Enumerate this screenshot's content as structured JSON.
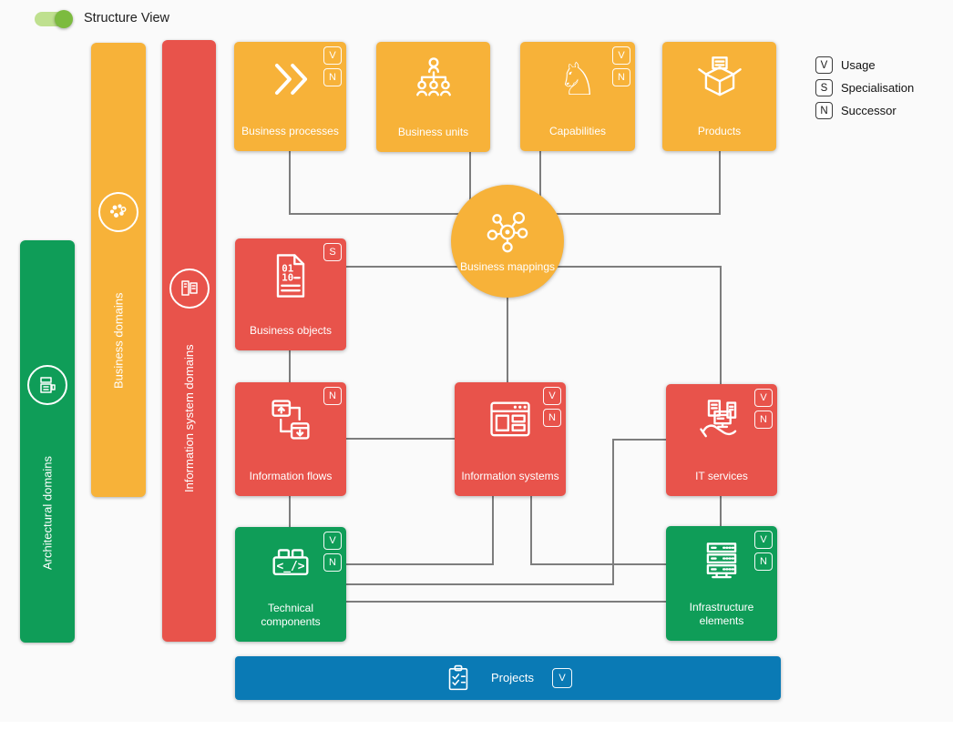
{
  "toggle": {
    "label": "Structure View",
    "state": "on"
  },
  "legend": {
    "usage": {
      "badge": "V",
      "label": "Usage"
    },
    "specialisation": {
      "badge": "S",
      "label": "Specialisation"
    },
    "successor": {
      "badge": "N",
      "label": "Successor"
    }
  },
  "domains": {
    "architectural": {
      "label": "Architectural domains",
      "color": "#0f9d58"
    },
    "business": {
      "label": "Business domains",
      "color": "#f7b239"
    },
    "information_system": {
      "label": "Information system domains",
      "color": "#e8534b"
    }
  },
  "nodes": {
    "business_processes": {
      "label": "Business processes",
      "badges": [
        "V",
        "N"
      ],
      "color": "#f7b239"
    },
    "business_units": {
      "label": "Business units",
      "badges": [],
      "color": "#f7b239"
    },
    "capabilities": {
      "label": "Capabilities",
      "badges": [
        "V",
        "N"
      ],
      "color": "#f7b239"
    },
    "products": {
      "label": "Products",
      "badges": [],
      "color": "#f7b239"
    },
    "business_mappings": {
      "label": "Business mappings",
      "badges": [],
      "color": "#f7b239",
      "shape": "circle"
    },
    "business_objects": {
      "label": "Business objects",
      "badges": [
        "S"
      ],
      "color": "#e8534b"
    },
    "information_flows": {
      "label": "Information flows",
      "badges": [
        "N"
      ],
      "color": "#e8534b"
    },
    "information_systems": {
      "label": "Information systems",
      "badges": [
        "V",
        "N"
      ],
      "color": "#e8534b"
    },
    "it_services": {
      "label": "IT services",
      "badges": [
        "V",
        "N"
      ],
      "color": "#e8534b"
    },
    "technical_components": {
      "label": "Technical components",
      "badges": [
        "V",
        "N"
      ],
      "color": "#0f9d58"
    },
    "infrastructure_elements": {
      "label": "Infrastructure elements",
      "badges": [
        "V",
        "N"
      ],
      "color": "#0f9d58"
    },
    "projects": {
      "label": "Projects",
      "badges": [
        "V"
      ],
      "color": "#0a7ab5"
    }
  },
  "colors": {
    "yellow": "#f7b239",
    "red": "#e8534b",
    "green": "#0f9d58",
    "blue": "#0a7ab5",
    "connector": "#7d7d7d",
    "background": "#fafafa",
    "toggle_track": "#bfe08f",
    "toggle_knob": "#7cbb3f"
  }
}
